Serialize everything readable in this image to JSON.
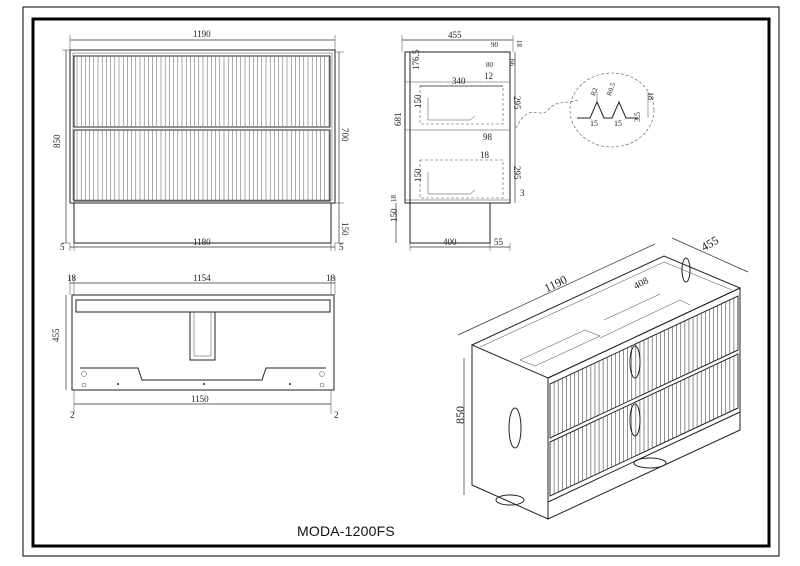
{
  "title": "MODA-1200FS",
  "front_view": {
    "width_top": "1190",
    "height_total": "850",
    "drawer_height": "700",
    "plinth_height": "150",
    "width_bottom": "1180",
    "offset_left": "5",
    "offset_right": "5"
  },
  "side_view": {
    "depth": "455",
    "top_right_a": "90",
    "top_right_b": "18",
    "top_right_c": "80",
    "top_right_d": "66",
    "drawer_depth": "340",
    "gap": "12",
    "top_gap": "176.5",
    "drawer_a": "295",
    "drawer_b": "295",
    "inner_a": "150",
    "inner_b": "150",
    "body_height": "681",
    "rail_a": "98",
    "rail_b": "18",
    "side_small": "3",
    "base_left": "18",
    "plinth": "150",
    "plinth_depth": "400",
    "plinth_back": "55"
  },
  "detail": {
    "r_a": "R2",
    "r_b": "R0.5",
    "w_a": "15",
    "w_b": "15",
    "h_a": "18",
    "h_b": "3.5"
  },
  "top_view": {
    "width_inner": "1154",
    "left": "18",
    "right": "18",
    "depth": "455",
    "width_bottom": "1150",
    "left_small": "2",
    "right_small": "2"
  },
  "iso_view": {
    "width": "1190",
    "depth": "455",
    "inner_depth": "408",
    "height": "850"
  }
}
